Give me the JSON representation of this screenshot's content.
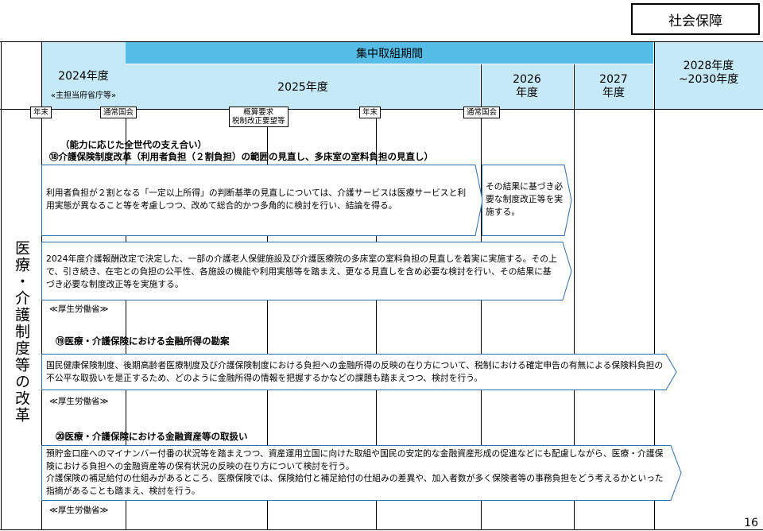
{
  "top_tag": "社会保障",
  "page_number": "16",
  "header": {
    "col_2024": "2024年度",
    "col_2024_sub": "«主担当府省庁等»",
    "intensive_period": "集中取組期間",
    "col_2025": "2025年度",
    "col_2026": "2026\n年度",
    "col_2027": "2027\n年度",
    "col_2028": "2028年度\n~2030年度"
  },
  "markers": {
    "m1": "年末",
    "m2": "通常国会",
    "m3": "概算要求\n税制改正要望等",
    "m4": "年末",
    "m5": "通常国会"
  },
  "side_label": "医療・介護制度等の改革",
  "sections": [
    {
      "pre_heading": "（能力に応じた全世代の支え合い）",
      "heading": "⑱介護保険制度改革（利用者負担（２割負担）の範囲の見直し、多床室の室料負担の見直し）",
      "arrows": [
        "利用者負担が２割となる「一定以上所得」の判断基準の見直しについては、介護サービスは医療サービスと利用実態が異なること等を考慮しつつ、改めて総合的かつ多角的に検討を行い、結論を得る。",
        "その結果に基づき必要な制度改正等を実施する。",
        "2024年度介護報酬改定で決定した、一部の介護老人保健施設及び介護医療院の多床室の室料負担の見直しを着実に実施する。その上で、引き続き、在宅との負担の公平性、各施設の機能や利用実態等を踏まえ、更なる見直しを含め必要な検討を行い、その結果に基づき必要な制度改正等を実施する。"
      ],
      "ministry": "≪厚生労働省≫"
    },
    {
      "heading": "⑲医療・介護保険における金融所得の勘案",
      "arrows": [
        "国民健康保険制度、後期高齢者医療制度及び介護保険制度における負担への金融所得の反映の在り方について、税制における確定申告の有無による保険料負担の不公平な取扱いを是正するため、どのように金融所得の情報を把握するかなどの課題も踏まえつつ、検討を行う。"
      ],
      "ministry": "≪厚生労働省≫"
    },
    {
      "heading": "⑳医療・介護保険における金融資産等の取扱い",
      "arrows": [
        "預貯金口座へのマイナンバー付番の状況等を踏まえつつ、資産運用立国に向けた取組や国民の安定的な金融資産形成の促進などにも配慮しながら、医療・介護保険における負担への金融資産等の保有状況の反映の在り方について検討を行う。\n介護保険の補足給付の仕組みがあるところ、医療保険では、保険給付と補足給付の仕組みの差異や、加入者数が多く保険者等の事務負担をどう考えるかといった指摘があることも踏まえ、検討を行う。"
      ],
      "ministry": "≪厚生労働省≫"
    }
  ]
}
